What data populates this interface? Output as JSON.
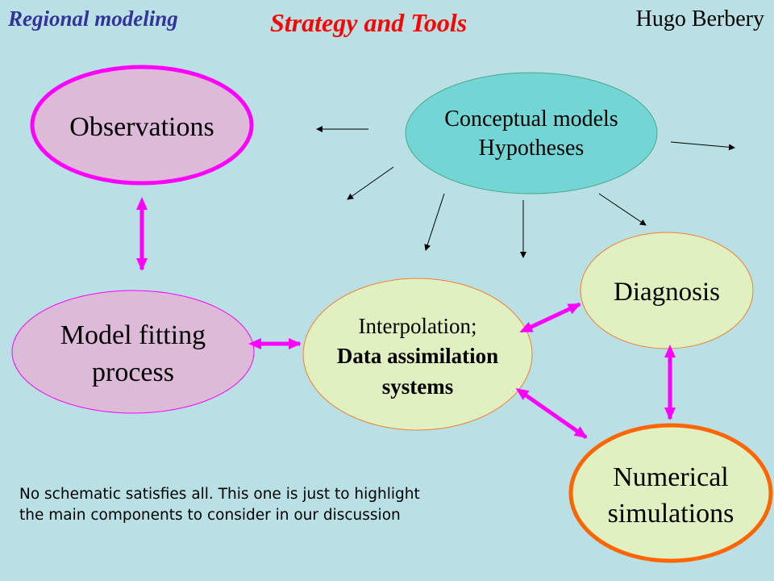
{
  "header": {
    "left": "Regional modeling",
    "center": "Strategy and Tools",
    "right": "Hugo Berbery"
  },
  "nodes": {
    "observations": {
      "lines": [
        "Observations"
      ]
    },
    "conceptual": {
      "lines": [
        "Conceptual models",
        "Hypotheses"
      ]
    },
    "model_fitting": {
      "lines": [
        "Model fitting",
        "process"
      ]
    },
    "interpolation": {
      "lines": [
        "Interpolation;",
        "Data assimilation",
        "systems"
      ]
    },
    "diagnosis": {
      "lines": [
        "Diagnosis"
      ]
    },
    "numerical": {
      "lines": [
        "Numerical",
        "simulations"
      ]
    }
  },
  "note": "No schematic satisfies all. This one is just to highlight the main components to consider in our discussion",
  "colors": {
    "background": "#b9e0e4",
    "pink_fill": "#dcbad8",
    "magenta": "#ff00ff",
    "teal_fill": "#74d5d5",
    "yellow_fill": "#e0f0c0",
    "orange": "#ff6600"
  }
}
